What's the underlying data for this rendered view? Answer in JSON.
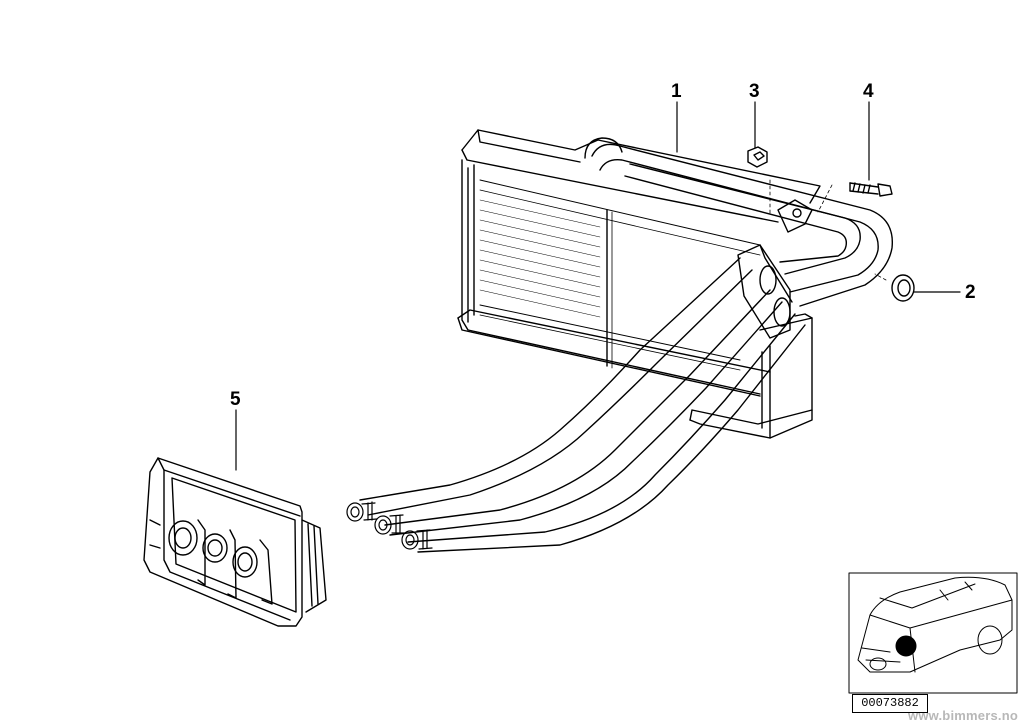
{
  "callouts": {
    "c1": "1",
    "c2": "2",
    "c3": "3",
    "c4": "4",
    "c5": "5"
  },
  "part_number": "00073882",
  "watermark": "www.bimmers.no",
  "colors": {
    "line": "#000000",
    "background": "#ffffff",
    "watermark": "#b8b8b8"
  }
}
